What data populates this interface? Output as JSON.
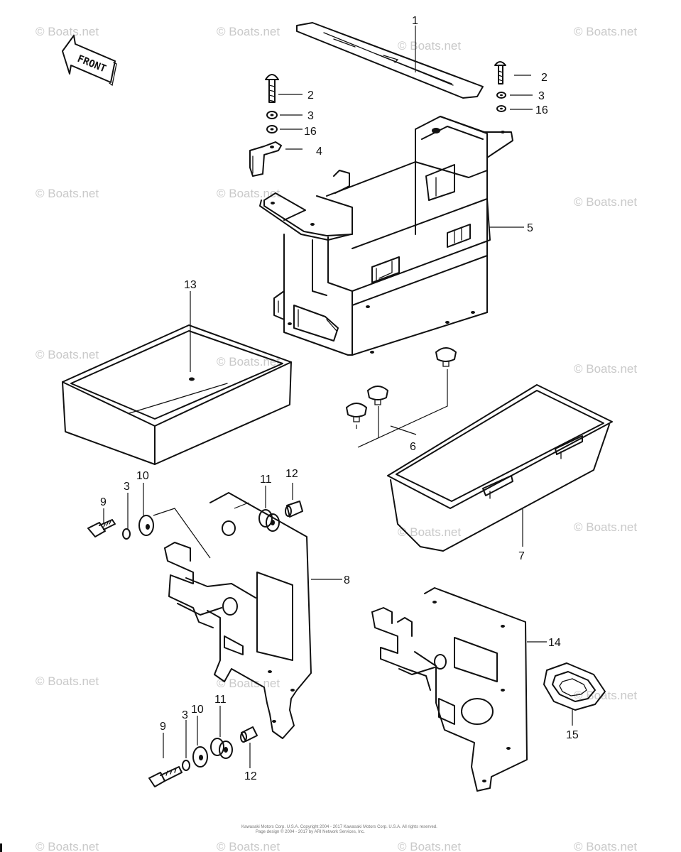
{
  "diagram": {
    "front_label": "FRONT",
    "watermark": "© Boats.net",
    "callouts": [
      "1",
      "2",
      "3",
      "16",
      "4",
      "5",
      "13",
      "6",
      "7",
      "8",
      "9",
      "3",
      "10",
      "11",
      "12",
      "14",
      "15",
      "9",
      "3",
      "10",
      "11",
      "12",
      "2",
      "3",
      "16"
    ],
    "footer": {
      "line1": "Kawasaki Motors Corp. U.S.A. Copyright 2004 - 2017 Kawasaki Motors Corp. U.S.A. All rights reserved.",
      "line2": "Page design © 2004 - 2017 by ARI Network Services, Inc."
    }
  }
}
